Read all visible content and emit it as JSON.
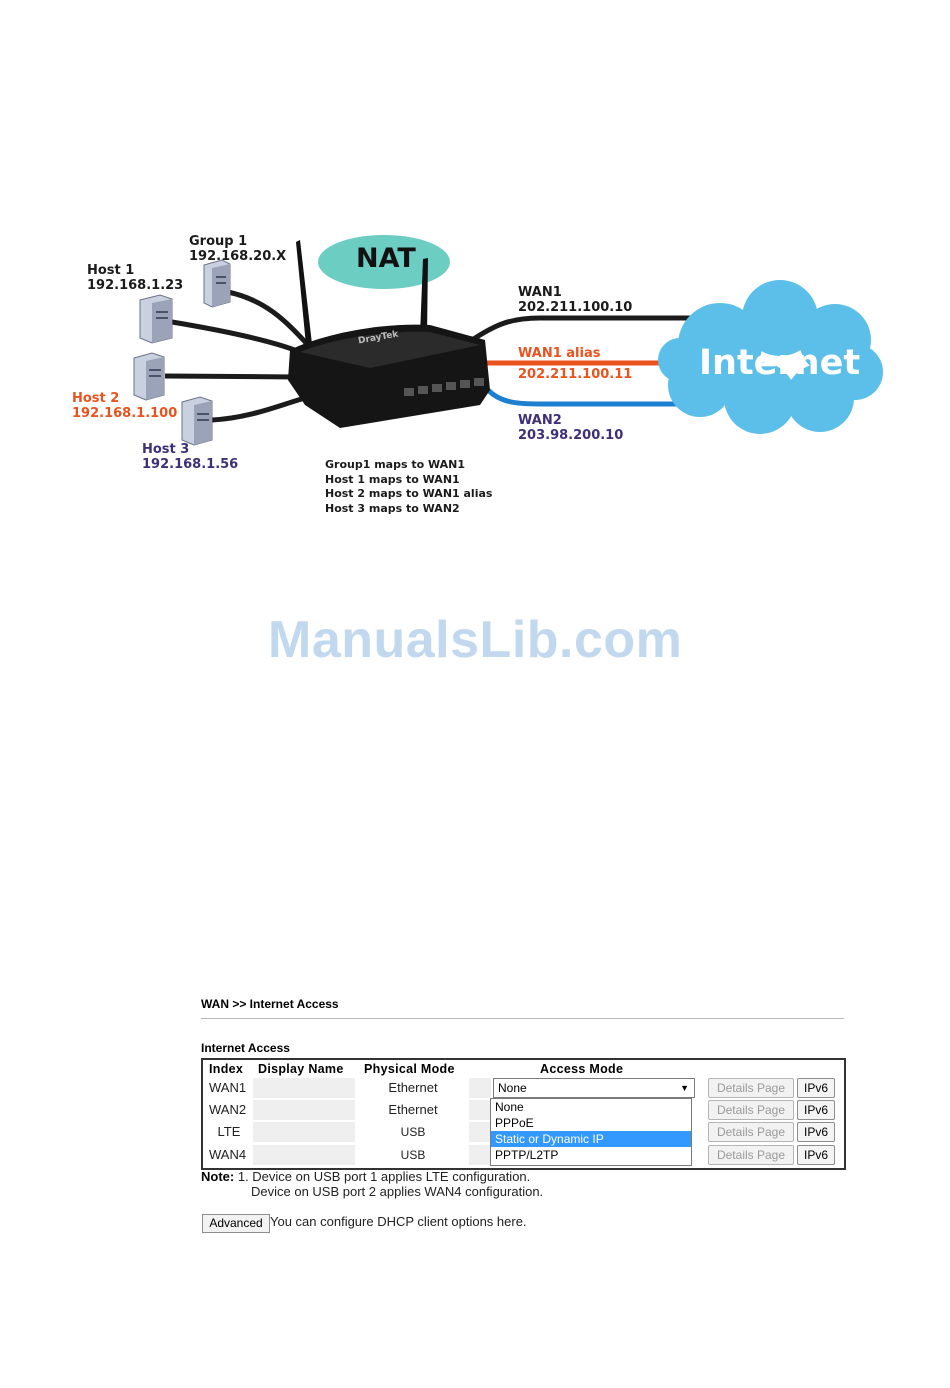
{
  "diagram": {
    "nat": "NAT",
    "internet": "Internet",
    "router_brand": "DrayTek",
    "group1": {
      "name": "Group 1",
      "ip": "192.168.20.X"
    },
    "host1": {
      "name": "Host 1",
      "ip": "192.168.1.23"
    },
    "host2": {
      "name": "Host 2",
      "ip": "192.168.1.100"
    },
    "host3": {
      "name": "Host 3",
      "ip": "192.168.1.56"
    },
    "wan1": {
      "name": "WAN1",
      "ip": "202.211.100.10"
    },
    "wan1_alias": {
      "name": "WAN1 alias",
      "ip": "202.211.100.11"
    },
    "wan2": {
      "name": "WAN2",
      "ip": "203.98.200.10"
    },
    "notes": [
      "Group1 maps to WAN1",
      "Host 1 maps to WAN1",
      "Host 2 maps to WAN1 alias",
      "Host 3 maps to WAN2"
    ],
    "colors": {
      "dark": "#1b1b1b",
      "orange": "#e8531e",
      "blue": "#1c7fd0",
      "purple": "#3d2f78",
      "cloud": "#5bbfea",
      "nat": "#6ccdc3"
    }
  },
  "watermark": "ManualsLib.com",
  "ui": {
    "breadcrumb": "WAN >> Internet Access",
    "section_title": "Internet Access",
    "headers": {
      "index": "Index",
      "display_name": "Display Name",
      "physical_mode": "Physical Mode",
      "access_mode": "Access Mode"
    },
    "rows": [
      {
        "index": "WAN1",
        "display_name": "",
        "physical_mode": "Ethernet",
        "access_mode": "None",
        "details": "Details Page",
        "ipv6": "IPv6"
      },
      {
        "index": "WAN2",
        "display_name": "",
        "physical_mode": "Ethernet",
        "details": "Details Page",
        "ipv6": "IPv6"
      },
      {
        "index": "LTE",
        "display_name": "",
        "physical_mode": "USB",
        "details": "Details Page",
        "ipv6": "IPv6"
      },
      {
        "index": "WAN4",
        "display_name": "",
        "physical_mode": "USB",
        "details": "Details Page",
        "ipv6": "IPv6"
      }
    ],
    "dropdown_options": [
      "None",
      "PPPoE",
      "Static or Dynamic IP",
      "PPTP/L2TP"
    ],
    "dropdown_highlighted": "Static or Dynamic IP",
    "note_label": "Note:",
    "note_lines": [
      "1. Device on USB port 1 applies LTE configuration.",
      "Device on USB port 2 applies WAN4 configuration."
    ],
    "advanced_button": "Advanced",
    "advanced_text": "You can configure DHCP client options here."
  }
}
